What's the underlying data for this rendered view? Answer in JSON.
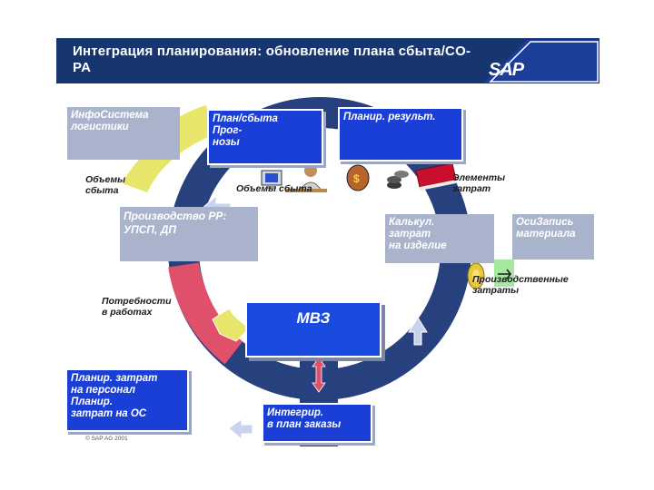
{
  "header": {
    "title": "Интеграция планирования: обновление плана сбыта/CO-PA",
    "logo": "SAP"
  },
  "boxes": {
    "info_system": "ИнфоСистема\nлогистики",
    "sales_forecast": "План/сбыта\nПрог-\nнозы",
    "planning_results": "Планир. результ.",
    "production_pp": "Производство PP:\nУПСП, ДП",
    "costing": "Калькул.\nзатрат\nна изделие",
    "material_record": "ОсиЗапись\nматериала",
    "mvz": "МВЗ",
    "personnel_planning": "Планир. затрат\nна персонал\nПланир.\nзатрат на ОС",
    "internal_orders": "Интегрир.\nв план заказы"
  },
  "labels": {
    "sales_volumes_left": "Объемы\nсбыта",
    "sales_volumes_center": "Объемы сбыта",
    "cost_elements": "Элементы\nзатрат",
    "production_costs": "Производственные\nзатраты",
    "activity_requirements": "Потребности\nв работах"
  },
  "copyright": "© SAP AG 2001",
  "colors": {
    "header": "#17356f",
    "ring": "#27407e",
    "yellow_segment": "#e8e66a",
    "red_segment": "#e0506a",
    "box_blue": "#1a3fd6",
    "arrow_light": "#c9d3ee"
  }
}
